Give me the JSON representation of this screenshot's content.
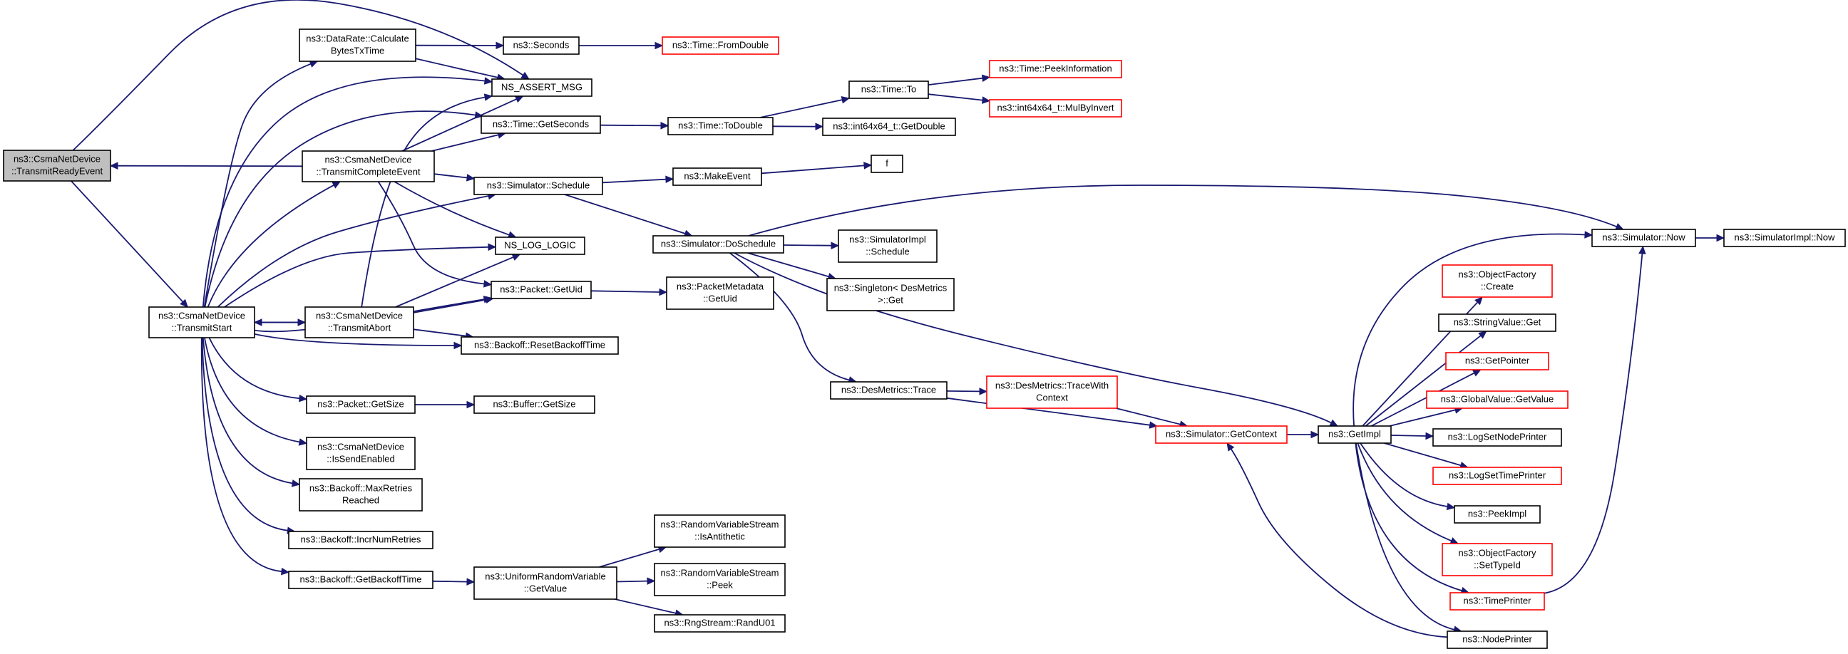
{
  "colors": {
    "edge": "#191970",
    "node_border": "#000000",
    "node_border_incomplete": "#ff0000",
    "root_fill": "#bfbfbf",
    "node_fill": "#ffffff"
  },
  "nodes": [
    {
      "id": "ready",
      "lines": [
        "ns3::CsmaNetDevice",
        "::TransmitReadyEvent"
      ],
      "style": "root"
    },
    {
      "id": "start",
      "lines": [
        "ns3::CsmaNetDevice",
        "::TransmitStart"
      ],
      "style": "normal"
    },
    {
      "id": "datarate",
      "lines": [
        "ns3::DataRate::Calculate",
        "BytesTxTime"
      ],
      "style": "normal"
    },
    {
      "id": "complete",
      "lines": [
        "ns3::CsmaNetDevice",
        "::TransmitCompleteEvent"
      ],
      "style": "normal"
    },
    {
      "id": "abort",
      "lines": [
        "ns3::CsmaNetDevice",
        "::TransmitAbort"
      ],
      "style": "normal"
    },
    {
      "id": "resetbackoff",
      "lines": [
        "ns3::Backoff::ResetBackoffTime"
      ],
      "style": "normal"
    },
    {
      "id": "pktsize",
      "lines": [
        "ns3::Packet::GetSize"
      ],
      "style": "normal"
    },
    {
      "id": "sendenabled",
      "lines": [
        "ns3::CsmaNetDevice",
        "::IsSendEnabled"
      ],
      "style": "normal"
    },
    {
      "id": "maxretries",
      "lines": [
        "ns3::Backoff::MaxRetries",
        "Reached"
      ],
      "style": "normal"
    },
    {
      "id": "incrretries",
      "lines": [
        "ns3::Backoff::IncrNumRetries"
      ],
      "style": "normal"
    },
    {
      "id": "getbackoff",
      "lines": [
        "ns3::Backoff::GetBackoffTime"
      ],
      "style": "normal"
    },
    {
      "id": "seconds",
      "lines": [
        "ns3::Seconds"
      ],
      "style": "normal"
    },
    {
      "id": "assert",
      "lines": [
        "NS_ASSERT_MSG"
      ],
      "style": "normal"
    },
    {
      "id": "getseconds",
      "lines": [
        "ns3::Time::GetSeconds"
      ],
      "style": "normal"
    },
    {
      "id": "schedule",
      "lines": [
        "ns3::Simulator::Schedule"
      ],
      "style": "normal"
    },
    {
      "id": "loglogic",
      "lines": [
        "NS_LOG_LOGIC"
      ],
      "style": "normal"
    },
    {
      "id": "getuid",
      "lines": [
        "ns3::Packet::GetUid"
      ],
      "style": "normal"
    },
    {
      "id": "buffersize",
      "lines": [
        "ns3::Buffer::GetSize"
      ],
      "style": "normal"
    },
    {
      "id": "uniform",
      "lines": [
        "ns3::UniformRandomVariable",
        "::GetValue"
      ],
      "style": "normal"
    },
    {
      "id": "fromdouble",
      "lines": [
        "ns3::Time::FromDouble"
      ],
      "style": "incomplete"
    },
    {
      "id": "todouble",
      "lines": [
        "ns3::Time::ToDouble"
      ],
      "style": "normal"
    },
    {
      "id": "makeevent",
      "lines": [
        "ns3::MakeEvent"
      ],
      "style": "normal"
    },
    {
      "id": "doschedule",
      "lines": [
        "ns3::Simulator::DoSchedule"
      ],
      "style": "normal"
    },
    {
      "id": "pmuid",
      "lines": [
        "ns3::PacketMetadata",
        "::GetUid"
      ],
      "style": "normal"
    },
    {
      "id": "antithetic",
      "lines": [
        "ns3::RandomVariableStream",
        "::IsAntithetic"
      ],
      "style": "normal"
    },
    {
      "id": "peek",
      "lines": [
        "ns3::RandomVariableStream",
        "::Peek"
      ],
      "style": "normal"
    },
    {
      "id": "randu01",
      "lines": [
        "ns3::RngStream::RandU01"
      ],
      "style": "normal"
    },
    {
      "id": "timeto",
      "lines": [
        "ns3::Time::To"
      ],
      "style": "normal"
    },
    {
      "id": "getdouble",
      "lines": [
        "ns3::int64x64_t::GetDouble"
      ],
      "style": "normal"
    },
    {
      "id": "f",
      "lines": [
        "f"
      ],
      "style": "normal"
    },
    {
      "id": "implschedule",
      "lines": [
        "ns3::SimulatorImpl",
        "::Schedule"
      ],
      "style": "normal"
    },
    {
      "id": "singleton",
      "lines": [
        "ns3::Singleton< DesMetrics",
        ">::Get"
      ],
      "style": "normal"
    },
    {
      "id": "trace",
      "lines": [
        "ns3::DesMetrics::Trace"
      ],
      "style": "normal"
    },
    {
      "id": "peekinfo",
      "lines": [
        "ns3::Time::PeekInformation"
      ],
      "style": "incomplete"
    },
    {
      "id": "mulbyinvert",
      "lines": [
        "ns3::int64x64_t::MulByInvert"
      ],
      "style": "incomplete"
    },
    {
      "id": "tracewith",
      "lines": [
        "ns3::DesMetrics::TraceWith",
        "Context"
      ],
      "style": "incomplete"
    },
    {
      "id": "getcontext",
      "lines": [
        "ns3::Simulator::GetContext"
      ],
      "style": "incomplete"
    },
    {
      "id": "getimpl",
      "lines": [
        "ns3::GetImpl"
      ],
      "style": "normal"
    },
    {
      "id": "now",
      "lines": [
        "ns3::Simulator::Now"
      ],
      "style": "normal"
    },
    {
      "id": "implnow",
      "lines": [
        "ns3::SimulatorImpl::Now"
      ],
      "style": "normal"
    },
    {
      "id": "objcreate",
      "lines": [
        "ns3::ObjectFactory",
        "::Create"
      ],
      "style": "incomplete"
    },
    {
      "id": "stringget",
      "lines": [
        "ns3::StringValue::Get"
      ],
      "style": "normal"
    },
    {
      "id": "getpointer",
      "lines": [
        "ns3::GetPointer"
      ],
      "style": "incomplete"
    },
    {
      "id": "globalget",
      "lines": [
        "ns3::GlobalValue::GetValue"
      ],
      "style": "incomplete"
    },
    {
      "id": "lognodeprinter",
      "lines": [
        "ns3::LogSetNodePrinter"
      ],
      "style": "normal"
    },
    {
      "id": "logtimeprinter",
      "lines": [
        "ns3::LogSetTimePrinter"
      ],
      "style": "incomplete"
    },
    {
      "id": "peekimpl",
      "lines": [
        "ns3::PeekImpl"
      ],
      "style": "normal"
    },
    {
      "id": "settypeid",
      "lines": [
        "ns3::ObjectFactory",
        "::SetTypeId"
      ],
      "style": "incomplete"
    },
    {
      "id": "timeprinter",
      "lines": [
        "ns3::TimePrinter"
      ],
      "style": "incomplete"
    },
    {
      "id": "nodeprinter",
      "lines": [
        "ns3::NodePrinter"
      ],
      "style": "normal"
    }
  ],
  "edges": [
    [
      "ready",
      "start"
    ],
    [
      "ready",
      "assert"
    ],
    [
      "complete",
      "ready"
    ],
    [
      "start",
      "datarate"
    ],
    [
      "start",
      "complete"
    ],
    [
      "start",
      "abort"
    ],
    [
      "start",
      "resetbackoff"
    ],
    [
      "start",
      "pktsize"
    ],
    [
      "start",
      "sendenabled"
    ],
    [
      "start",
      "maxretries"
    ],
    [
      "start",
      "incrretries"
    ],
    [
      "start",
      "getbackoff"
    ],
    [
      "start",
      "assert"
    ],
    [
      "start",
      "getseconds"
    ],
    [
      "start",
      "schedule"
    ],
    [
      "start",
      "loglogic"
    ],
    [
      "start",
      "getuid"
    ],
    [
      "abort",
      "start"
    ],
    [
      "abort",
      "assert"
    ],
    [
      "abort",
      "loglogic"
    ],
    [
      "abort",
      "getuid"
    ],
    [
      "abort",
      "resetbackoff"
    ],
    [
      "complete",
      "assert"
    ],
    [
      "complete",
      "getseconds"
    ],
    [
      "complete",
      "schedule"
    ],
    [
      "complete",
      "loglogic"
    ],
    [
      "complete",
      "getuid"
    ],
    [
      "datarate",
      "seconds"
    ],
    [
      "datarate",
      "assert"
    ],
    [
      "seconds",
      "fromdouble"
    ],
    [
      "getseconds",
      "todouble"
    ],
    [
      "todouble",
      "timeto"
    ],
    [
      "todouble",
      "getdouble"
    ],
    [
      "timeto",
      "peekinfo"
    ],
    [
      "timeto",
      "mulbyinvert"
    ],
    [
      "schedule",
      "makeevent"
    ],
    [
      "schedule",
      "doschedule"
    ],
    [
      "makeevent",
      "f"
    ],
    [
      "doschedule",
      "now"
    ],
    [
      "doschedule",
      "implschedule"
    ],
    [
      "doschedule",
      "singleton"
    ],
    [
      "doschedule",
      "trace"
    ],
    [
      "doschedule",
      "getimpl"
    ],
    [
      "trace",
      "tracewith"
    ],
    [
      "trace",
      "getcontext"
    ],
    [
      "tracewith",
      "getcontext"
    ],
    [
      "getcontext",
      "getimpl"
    ],
    [
      "getuid",
      "pmuid"
    ],
    [
      "pktsize",
      "buffersize"
    ],
    [
      "getbackoff",
      "uniform"
    ],
    [
      "uniform",
      "antithetic"
    ],
    [
      "uniform",
      "peek"
    ],
    [
      "uniform",
      "randu01"
    ],
    [
      "now",
      "implnow"
    ],
    [
      "getimpl",
      "now"
    ],
    [
      "getimpl",
      "objcreate"
    ],
    [
      "getimpl",
      "stringget"
    ],
    [
      "getimpl",
      "getpointer"
    ],
    [
      "getimpl",
      "globalget"
    ],
    [
      "getimpl",
      "lognodeprinter"
    ],
    [
      "getimpl",
      "logtimeprinter"
    ],
    [
      "getimpl",
      "peekimpl"
    ],
    [
      "getimpl",
      "settypeid"
    ],
    [
      "getimpl",
      "timeprinter"
    ],
    [
      "getimpl",
      "nodeprinter"
    ],
    [
      "timeprinter",
      "now"
    ],
    [
      "nodeprinter",
      "getcontext"
    ]
  ]
}
